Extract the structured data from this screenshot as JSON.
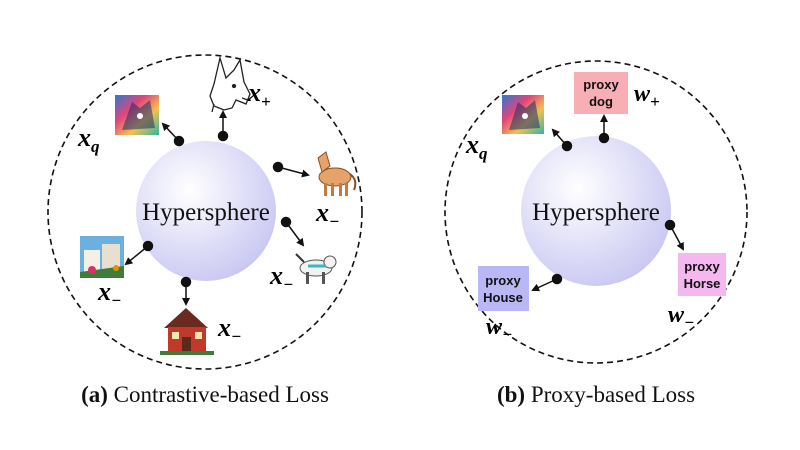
{
  "panels": [
    {
      "sphere_label": "Hypersphere",
      "caption_tag": "(a)",
      "caption_text": "Contrastive-based Loss",
      "labels": {
        "xq": {
          "base": "x",
          "sub": "q"
        },
        "xplus": {
          "base": "x",
          "sub": "+"
        },
        "xminus_horse": {
          "base": "x",
          "sub": "−"
        },
        "xminus_horse2": {
          "base": "x",
          "sub": "−"
        },
        "xminus_village": {
          "base": "x",
          "sub": "−"
        },
        "xminus_house": {
          "base": "x",
          "sub": "−"
        }
      }
    },
    {
      "sphere_label": "Hypersphere",
      "caption_tag": "(b)",
      "caption_text": "Proxy-based Loss",
      "proxies": {
        "dog": {
          "line1": "proxy",
          "line2": "dog",
          "color": "#f7aeb4"
        },
        "horse": {
          "line1": "proxy",
          "line2": "Horse",
          "color": "#f5b7f0"
        },
        "house": {
          "line1": "proxy",
          "line2": "House",
          "color": "#b9b7f4"
        }
      },
      "labels": {
        "xq": {
          "base": "x",
          "sub": "q"
        },
        "wplus": {
          "base": "w",
          "sub": "+"
        },
        "wminus_horse": {
          "base": "w",
          "sub": "−"
        },
        "wminus_house": {
          "base": "w",
          "sub": "−"
        }
      }
    }
  ],
  "colors": {
    "sphere_center": "#ffffff",
    "sphere_edge": "#cfcdf3",
    "dashed_circle": "#111111"
  }
}
